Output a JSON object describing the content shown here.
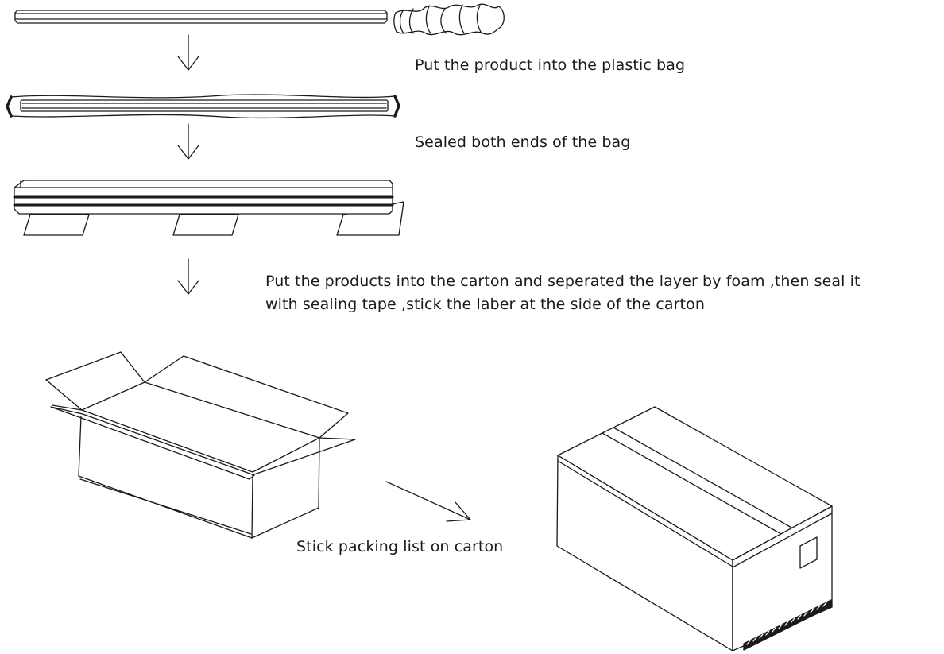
{
  "steps": [
    {
      "caption": "Put the product into the plastic  bag"
    },
    {
      "caption": "Sealed both ends of the bag"
    },
    {
      "caption_line1": "Put the products into the carton and seperated the layer by foam ,then seal it",
      "caption_line2": "with sealing tape ,stick the laber at the side of the carton"
    },
    {
      "caption": "Stick packing list on carton"
    }
  ]
}
